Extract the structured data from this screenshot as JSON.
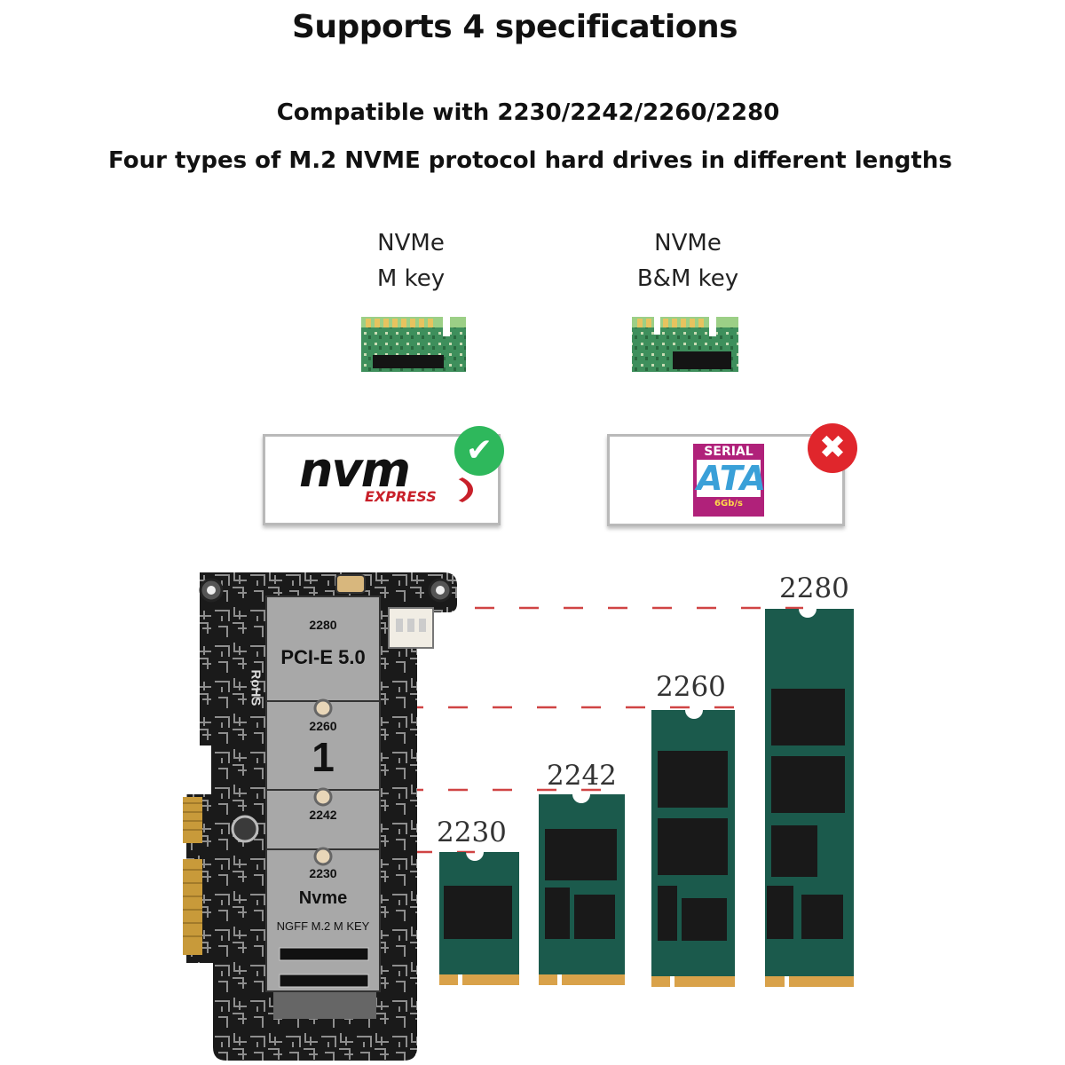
{
  "header": {
    "title": "Supports 4 specifications",
    "line1": "Compatible with 2230/2242/2260/2280",
    "line2": "Four types of M.2 NVME protocol hard drives in different lengths"
  },
  "keys": [
    {
      "line1": "NVMe",
      "line2": "M key"
    },
    {
      "line1": "NVMe",
      "line2": "B&M key"
    }
  ],
  "logos": {
    "nvme": {
      "main": "nvm",
      "sub": "EXPRESS",
      "status": "supported"
    },
    "sata": {
      "top": "SERIAL",
      "main": "ATA",
      "sub": "6Gb/s",
      "status": "not-supported"
    }
  },
  "board": {
    "spec_2280": "2280",
    "interface": "PCI-E 5.0",
    "spec_2260": "2260",
    "digit": "1",
    "spec_2242": "2242",
    "spec_2230": "2230",
    "brand": "Nvme",
    "model": "NGFF M.2 M KEY",
    "rohs": "RoHS"
  },
  "drives": [
    {
      "label": "2230"
    },
    {
      "label": "2242"
    },
    {
      "label": "2260"
    },
    {
      "label": "2280"
    }
  ],
  "colors": {
    "ssd_green": "#1b5a4c",
    "chip": "#191919",
    "gold": "#d9a24a",
    "guide_red": "#d04444",
    "check_green": "#2eb85c",
    "cross_red": "#e0262c"
  }
}
